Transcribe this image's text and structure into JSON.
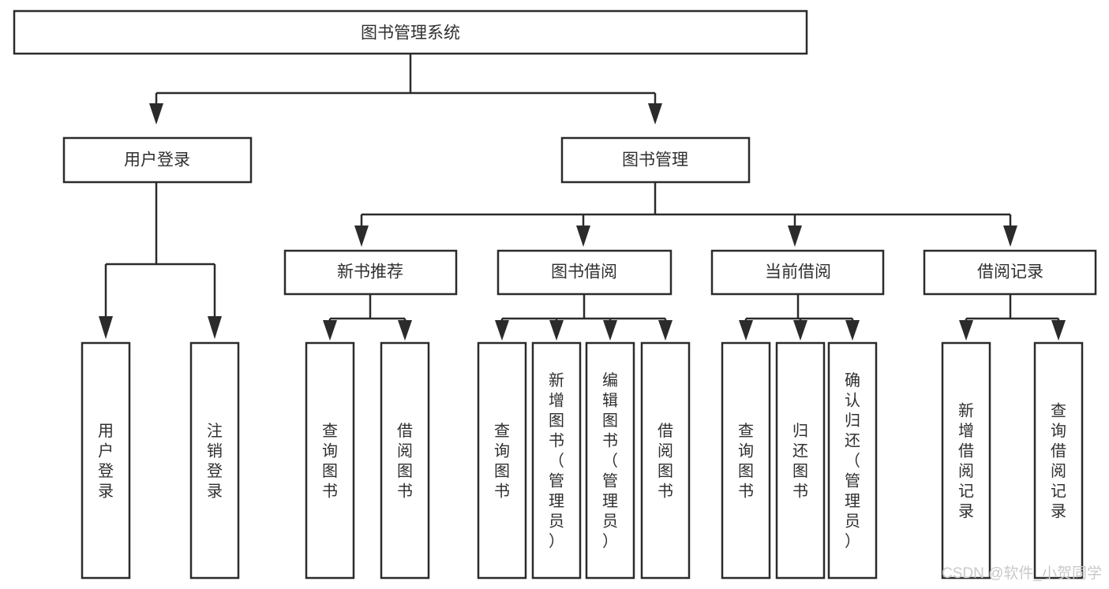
{
  "diagram": {
    "title": "图书管理系统",
    "type": "tree-hierarchy-diagram",
    "style": {
      "box_fill": "#ffffff",
      "box_stroke": "#2b2b2b",
      "text_color": "#2f2f2f",
      "background": "#ffffff",
      "watermark_color": "#c9c9c9"
    },
    "root": {
      "label": "图书管理系统",
      "orientation": "horizontal"
    },
    "level2": [
      {
        "label": "用户登录",
        "orientation": "horizontal"
      },
      {
        "label": "图书管理",
        "orientation": "horizontal"
      }
    ],
    "level3": [
      {
        "label": "新书推荐",
        "orientation": "horizontal",
        "parent": "图书管理"
      },
      {
        "label": "图书借阅",
        "orientation": "horizontal",
        "parent": "图书管理"
      },
      {
        "label": "当前借阅",
        "orientation": "horizontal",
        "parent": "图书管理"
      },
      {
        "label": "借阅记录",
        "orientation": "horizontal",
        "parent": "图书管理"
      }
    ],
    "leaves": {
      "用户登录": [
        {
          "label": "用户登录",
          "orientation": "vertical"
        },
        {
          "label": "注销登录",
          "orientation": "vertical"
        }
      ],
      "新书推荐": [
        {
          "label": "查询图书",
          "orientation": "vertical"
        },
        {
          "label": "借阅图书",
          "orientation": "vertical"
        }
      ],
      "图书借阅": [
        {
          "label": "查询图书",
          "orientation": "vertical"
        },
        {
          "label": "新增图书（管理员）",
          "orientation": "vertical"
        },
        {
          "label": "编辑图书（管理员）",
          "orientation": "vertical"
        },
        {
          "label": "借阅图书",
          "orientation": "vertical"
        }
      ],
      "当前借阅": [
        {
          "label": "查询图书",
          "orientation": "vertical"
        },
        {
          "label": "归还图书",
          "orientation": "vertical"
        },
        {
          "label": "确认归还（管理员）",
          "orientation": "vertical"
        }
      ],
      "借阅记录": [
        {
          "label": "新增借阅记录",
          "orientation": "vertical"
        },
        {
          "label": "查询借阅记录",
          "orientation": "vertical"
        }
      ]
    }
  },
  "watermark": {
    "text": "CSDN @软件_小贺同学"
  },
  "labels": {
    "root_title": "图书管理系统",
    "n_user_login": "用户登录",
    "n_book_manage": "图书管理",
    "n_new_book_rec": "新书推荐",
    "n_book_borrow": "图书借阅",
    "n_current_borrow": "当前借阅",
    "n_borrow_record": "借阅记录",
    "leaf_user_login": "用户登录",
    "leaf_logout": "注销登录",
    "leaf_query_book_a": "查询图书",
    "leaf_borrow_book_a": "借阅图书",
    "leaf_query_book_b": "查询图书",
    "leaf_add_book": "新增图书（管理员）",
    "leaf_edit_book": "编辑图书（管理员）",
    "leaf_borrow_book_b": "借阅图书",
    "leaf_query_book_c": "查询图书",
    "leaf_return_book": "归还图书",
    "leaf_confirm_return": "确认归还（管理员）",
    "leaf_add_record": "新增借阅记录",
    "leaf_query_record": "查询借阅记录"
  }
}
